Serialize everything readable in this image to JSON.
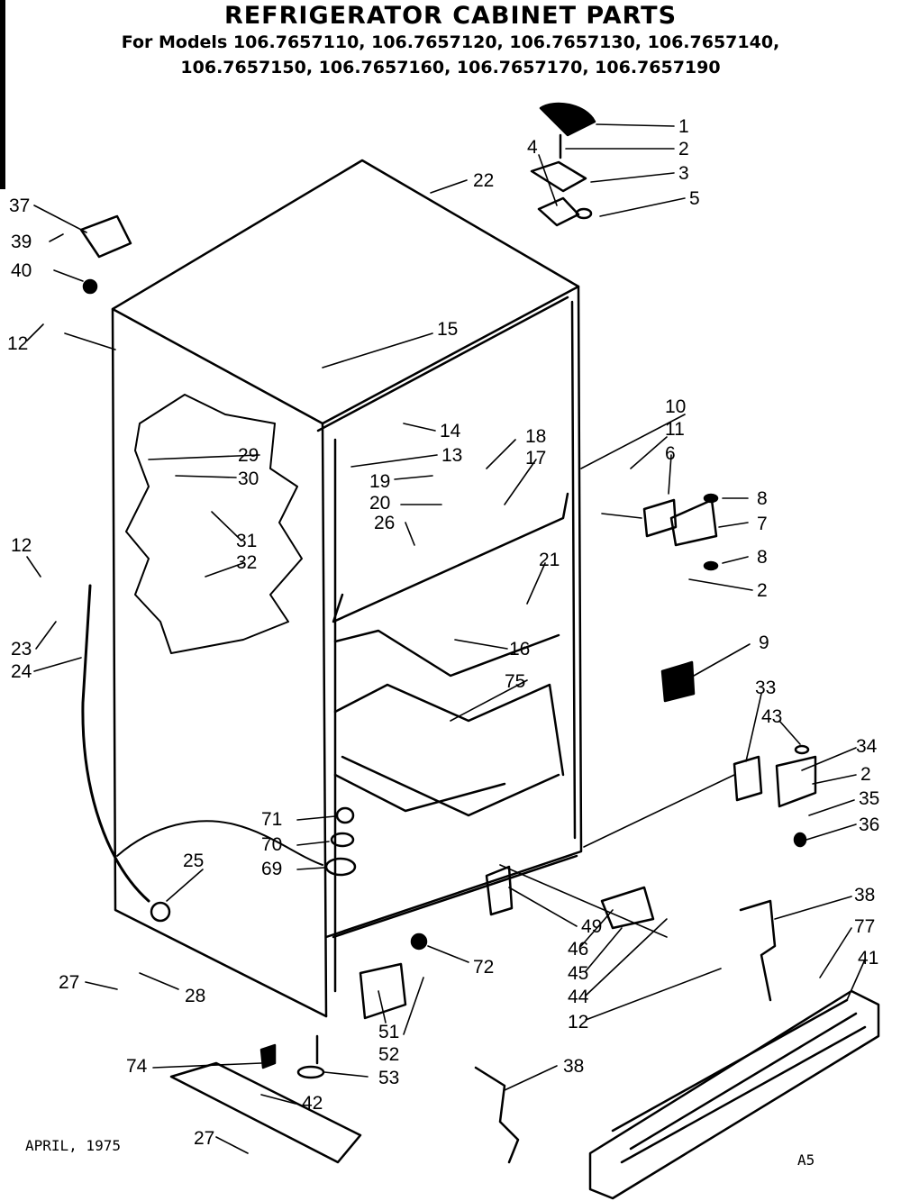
{
  "header": {
    "title": "REFRIGERATOR CABINET PARTS",
    "models_line1": "For Models 106.7657110, 106.7657120, 106.7657130, 106.7657140,",
    "models_line2": "106.7657150, 106.7657160, 106.7657170, 106.7657190"
  },
  "footer": {
    "date": "APRIL, 1975",
    "code": "A5"
  },
  "part_callouts": [
    "1",
    "2",
    "3",
    "4",
    "5",
    "22",
    "37",
    "39",
    "40",
    "12",
    "15",
    "14",
    "13",
    "10",
    "11",
    "6",
    "18",
    "17",
    "19",
    "20",
    "26",
    "21",
    "16",
    "8",
    "7",
    "8",
    "2",
    "9",
    "29",
    "30",
    "31",
    "32",
    "12",
    "23",
    "24",
    "75",
    "33",
    "43",
    "34",
    "2",
    "35",
    "36",
    "71",
    "70",
    "69",
    "25",
    "49",
    "46",
    "45",
    "44",
    "12",
    "72",
    "38",
    "77",
    "41",
    "27",
    "28",
    "51",
    "52",
    "53",
    "74",
    "42",
    "38",
    "27"
  ],
  "colors": {
    "ink": "#000000",
    "paper": "#ffffff"
  }
}
